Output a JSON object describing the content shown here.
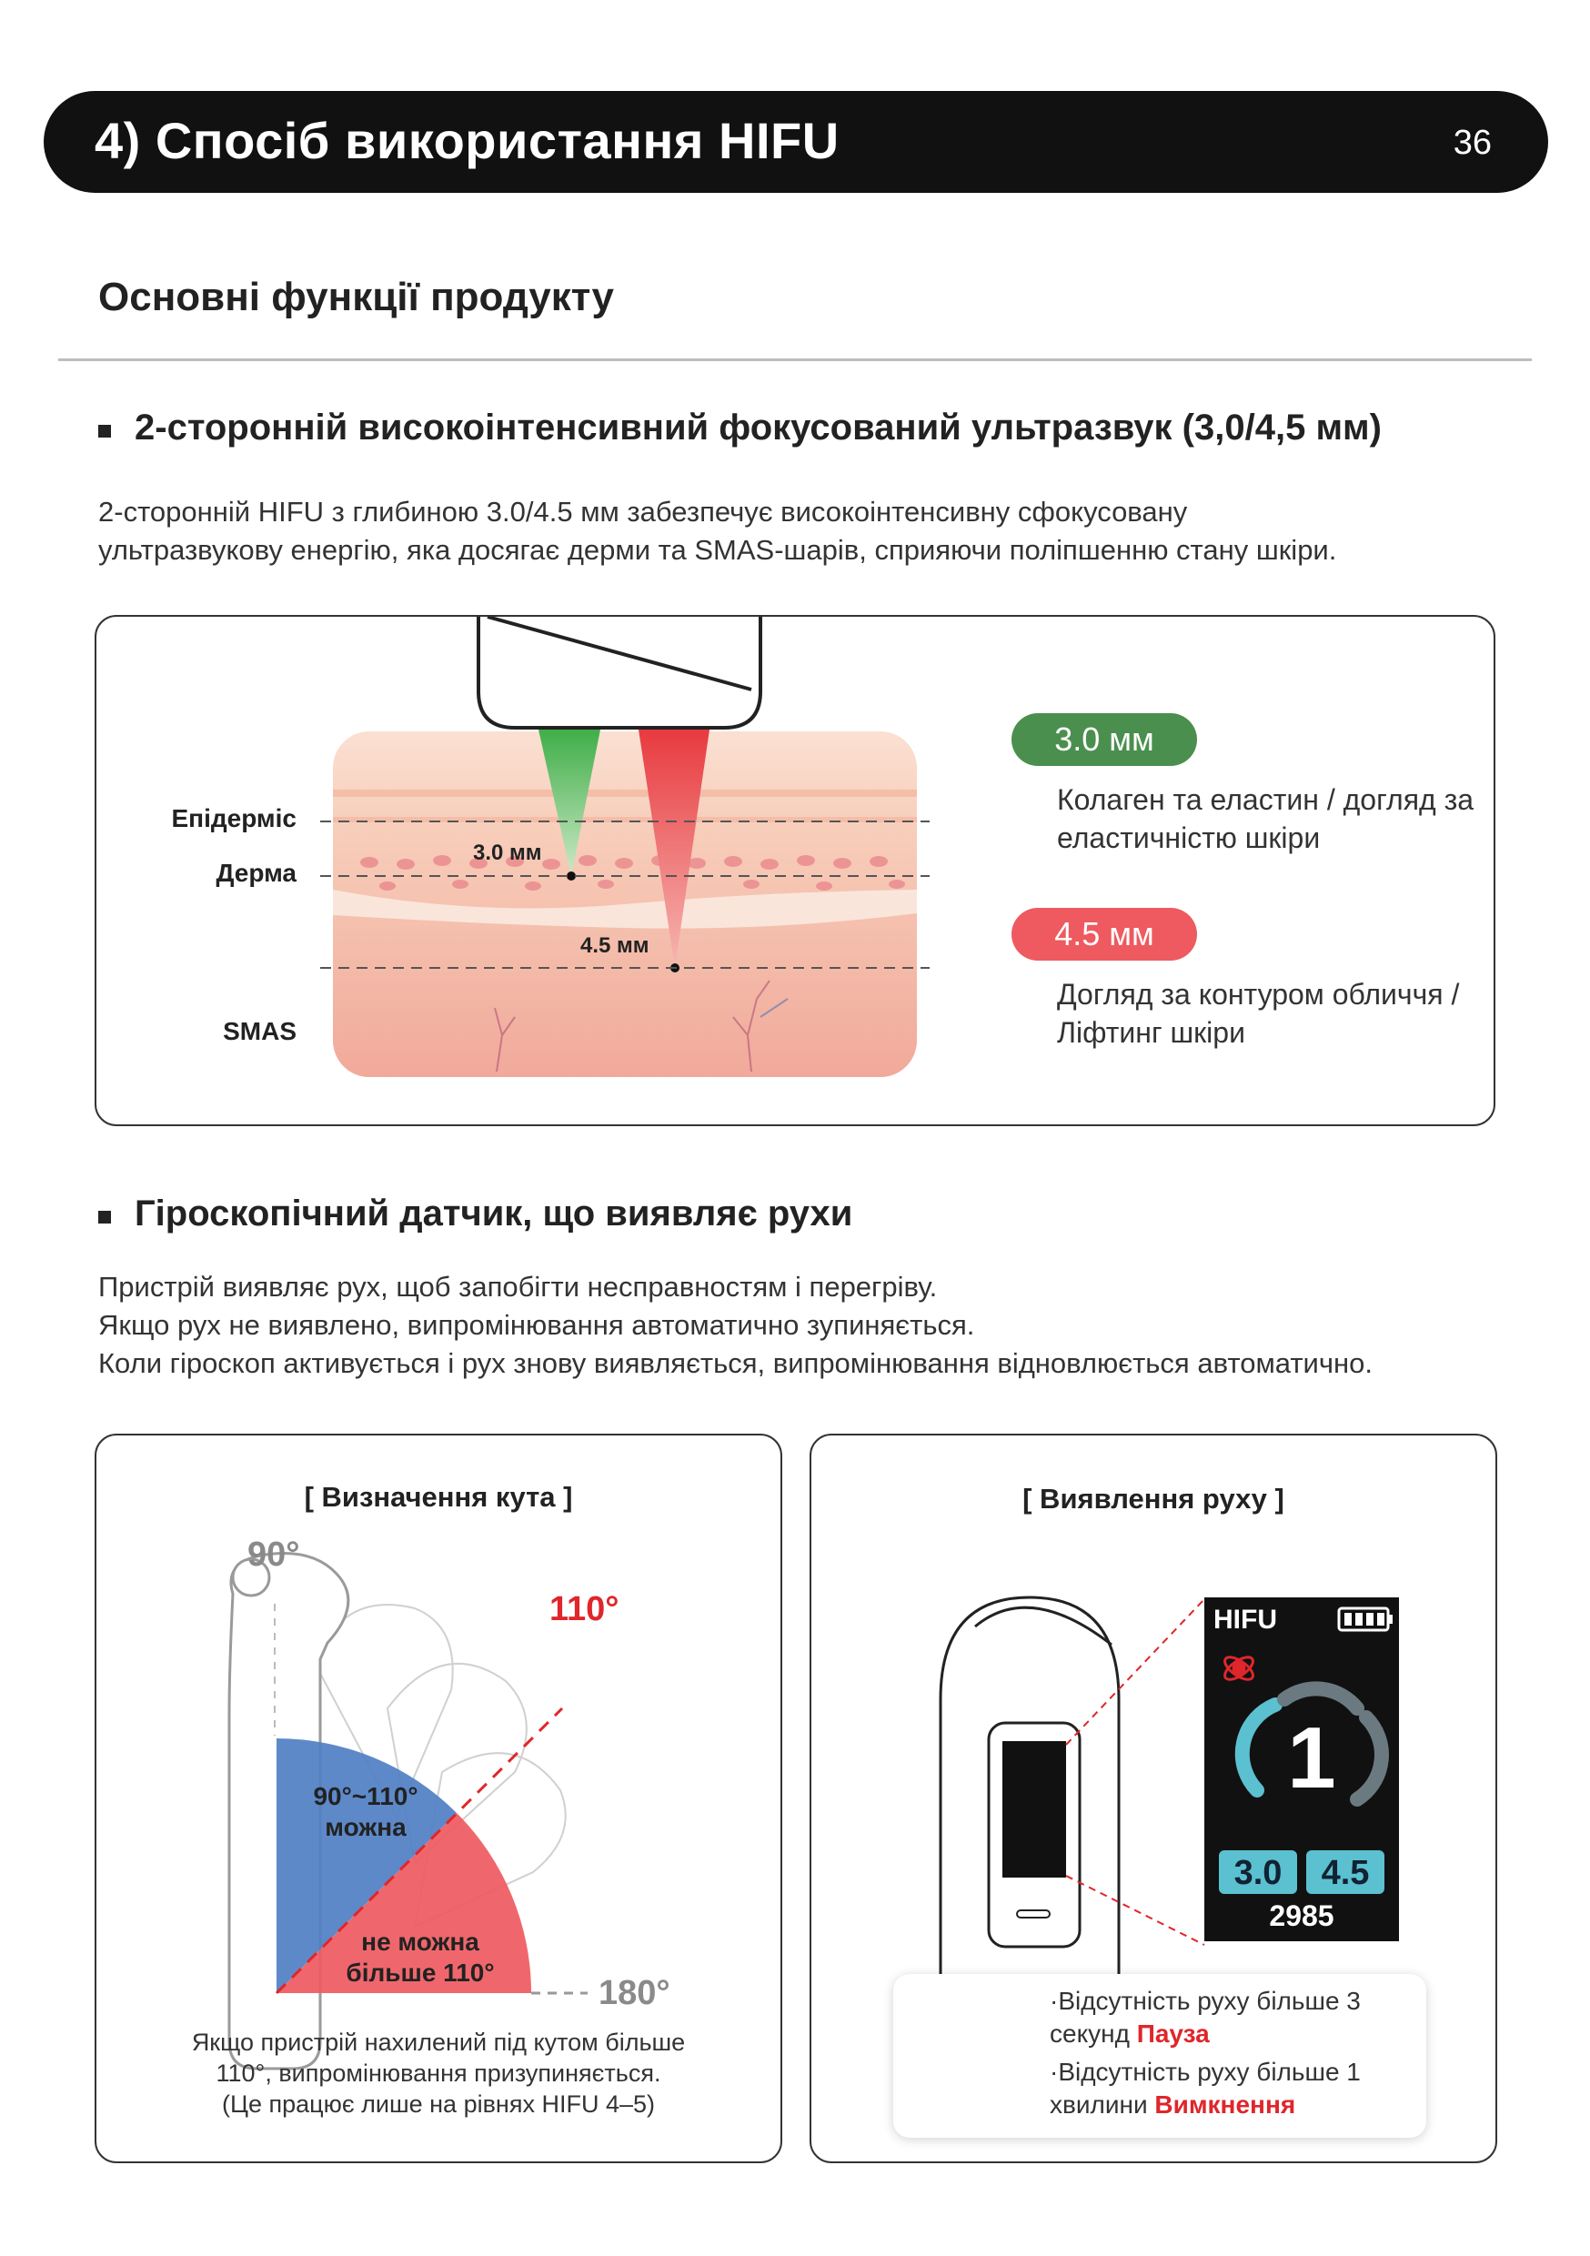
{
  "header": {
    "title": "4) Спосіб використання HIFU",
    "page_number": "36"
  },
  "section_title": "Основні функції продукту",
  "feature1": {
    "heading": "2-сторонній високоінтенсивний фокусований ультразвук (3,0/4,5 мм)",
    "description": [
      "2-сторонній HIFU з глибиною 3.0/4.5 мм забезпечує високоінтенсивну сфокусовану",
      "ультразвукову енергію, яка досягає дерми та SMAS-шарів, сприяючи поліпшенню стану шкіри."
    ],
    "layers": {
      "epidermis": "Епідерміс",
      "dermis": "Дерма",
      "smas": "SMAS"
    },
    "markers": {
      "shallow": "3.0 мм",
      "deep": "4.5 мм"
    },
    "depths": [
      {
        "label": "3.0 мм",
        "color": "#4b8f4e",
        "desc": [
          "Колаген та еластин / догляд за",
          "еластичністю шкіри"
        ]
      },
      {
        "label": "4.5 мм",
        "color": "#ee5a5f",
        "desc": [
          "Догляд за контуром обличчя /",
          "Ліфтинг шкіри"
        ]
      }
    ]
  },
  "feature2": {
    "heading": "Гіроскопічний датчик, що виявляє рухи",
    "description": [
      "Пристрій виявляє рух, щоб запобігти несправностям і перегріву.",
      "Якщо рух не виявлено, випромінювання автоматично зупиняється.",
      "Коли гіроскоп активується і рух знову виявляється, випромінювання відновлюється автоматично."
    ],
    "angle_panel": {
      "title": "[ Визначення кута ]",
      "label_90": "90°",
      "label_110": "110°",
      "label_180": "180°",
      "allowed_zone": [
        "90°~110°",
        "можна"
      ],
      "blocked_zone": [
        "не можна",
        "більше 110°"
      ],
      "caption": [
        "Якщо пристрій нахилений під кутом більше",
        "110°, випромінювання призупиняється.",
        "(Це працює лише на рівнях HIFU 4–5)"
      ]
    },
    "motion_panel": {
      "title": "[ Виявлення руху ]",
      "screen": {
        "brand": "HIFU",
        "level": "1",
        "depth_a": "3.0",
        "depth_b": "4.5",
        "shots": "2985"
      },
      "notes": [
        {
          "text": "·Відсутність руху більше 3",
          "text2": "секунд ",
          "highlight": "Пауза"
        },
        {
          "text": "·Відсутність руху більше 1",
          "text2": "хвилини ",
          "highlight": "Вимкнення"
        }
      ]
    }
  },
  "colors": {
    "green": "#4b8f4e",
    "red": "#ee5a5f",
    "blue": "#4f7fc4",
    "teal": "#5bc0d0",
    "accent_red": "#e0262b"
  }
}
